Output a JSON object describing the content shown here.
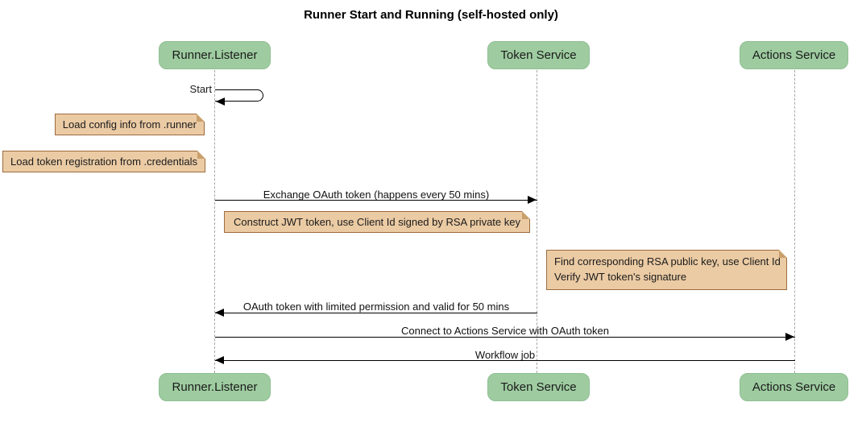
{
  "diagram_type": "sequence",
  "title": "Runner Start and Running (self-hosted only)",
  "participants": [
    {
      "name": "Runner.Listener"
    },
    {
      "name": "Token Service"
    },
    {
      "name": "Actions Service"
    }
  ],
  "messages": {
    "start_self": "Start",
    "exchange": "Exchange OAuth token (happens every 50 mins)",
    "oauth_return": "OAuth token with limited permission and valid for 50 mins",
    "connect": "Connect to Actions Service with OAuth token",
    "workflow": "Workflow job"
  },
  "notes": {
    "load_config": "Load config info from .runner",
    "load_token": "Load token registration from .credentials",
    "construct_jwt": "Construct JWT token, use Client Id signed by RSA private key",
    "find_rsa": [
      "Find corresponding RSA public key, use Client Id",
      "Verify JWT token's signature"
    ]
  },
  "colors": {
    "participant_fill": "#9ECCA0",
    "note_fill": "#EBCBA4",
    "note_border": "#9C6B3F",
    "lifeline": "#A6A6A6",
    "arrow": "#000000",
    "background": "#FFFFFF"
  }
}
